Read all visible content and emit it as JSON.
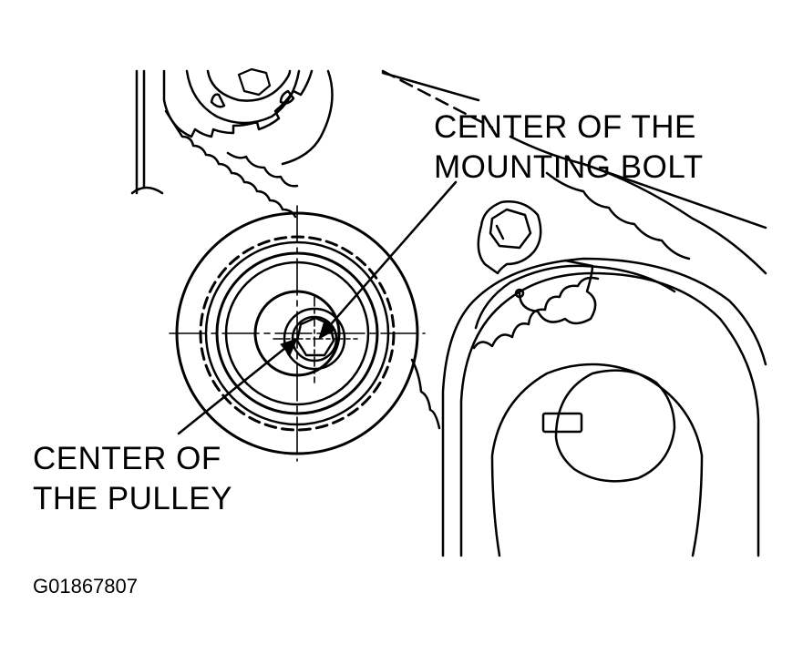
{
  "labels": {
    "mounting_bolt_line1": "CENTER OF THE",
    "mounting_bolt_line2": "MOUNTING BOLT",
    "pulley_line1": "CENTER OF",
    "pulley_line2": "THE PULLEY",
    "reference_code": "G01867807"
  },
  "colors": {
    "ink": "#000000",
    "background": "#ffffff"
  }
}
